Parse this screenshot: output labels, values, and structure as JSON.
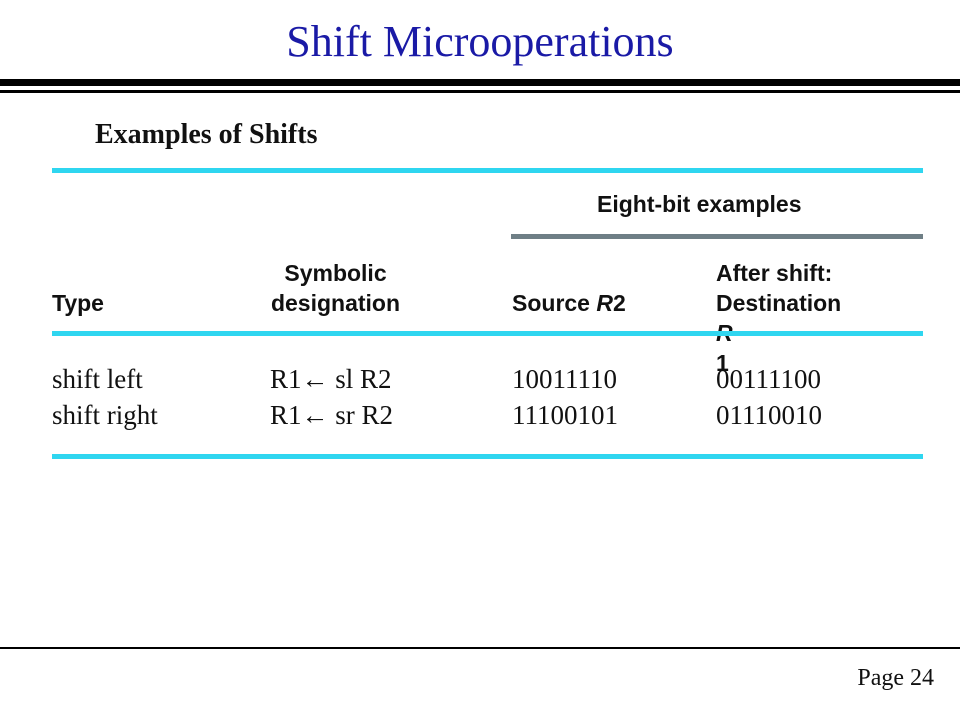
{
  "slide": {
    "title": "Shift Microoperations",
    "page_label": "Page 24"
  },
  "figure": {
    "title": "Examples of Shifts",
    "group_header": "Eight-bit examples",
    "columns": {
      "type": "Type",
      "symbolic_line1": "Symbolic",
      "symbolic_line2": "designation",
      "source_prefix": "Source ",
      "source_reg": "R",
      "source_num": "2",
      "dest_line1": "After shift:",
      "dest_prefix": "Destination ",
      "dest_reg": "R",
      "dest_num": "1"
    },
    "rows": [
      {
        "type": "shift left",
        "symbolic": "R1← sl R2",
        "source": "10011110",
        "destination": "00111100"
      },
      {
        "type": "shift right",
        "symbolic": "R1← sr R2",
        "source": "11100101",
        "destination": "01110010"
      }
    ]
  },
  "colors": {
    "title_blue": "#1a1aa6",
    "rule_cyan": "#2fd6f0",
    "rule_gray": "#6f7f86"
  }
}
